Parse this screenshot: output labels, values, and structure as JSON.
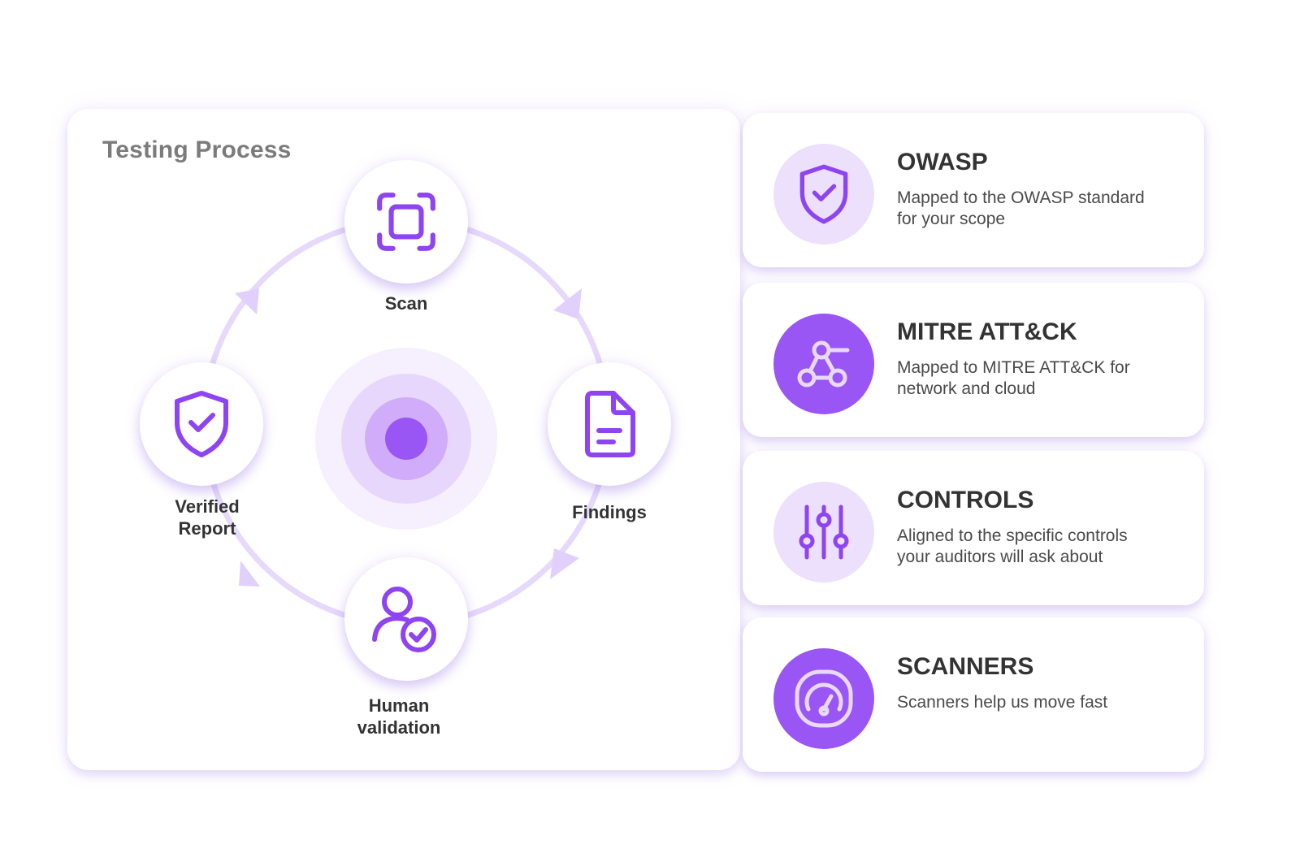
{
  "colors": {
    "accent": "#9a55f5",
    "icon_stroke": "#8e44f0",
    "ring": "#e6d9fb",
    "light_circle": "#ece0fd",
    "text_dark": "#333333",
    "text_muted": "#7b7b7b"
  },
  "process": {
    "title": "Testing Process",
    "steps": [
      {
        "label": "Scan",
        "icon": "scan-icon"
      },
      {
        "label": "Findings",
        "icon": "document-icon"
      },
      {
        "label": "Human\nvalidation",
        "icon": "user-check-icon"
      },
      {
        "label": "Verified\nReport",
        "icon": "shield-check-icon"
      }
    ],
    "center_icon": "target-icon"
  },
  "cards": [
    {
      "title": "OWASP",
      "description": "Mapped to the OWASP standard for your scope",
      "icon": "shield-check-icon",
      "icon_style": "light"
    },
    {
      "title": "MITRE ATT&CK",
      "description": "Mapped to MITRE ATT&CK for network and cloud",
      "icon": "network-icon",
      "icon_style": "solid"
    },
    {
      "title": "CONTROLS",
      "description": "Aligned to the specific controls your auditors will ask about",
      "icon": "sliders-icon",
      "icon_style": "light"
    },
    {
      "title": "SCANNERS",
      "description": "Scanners help us move fast",
      "icon": "speedometer-icon",
      "icon_style": "solid"
    }
  ]
}
